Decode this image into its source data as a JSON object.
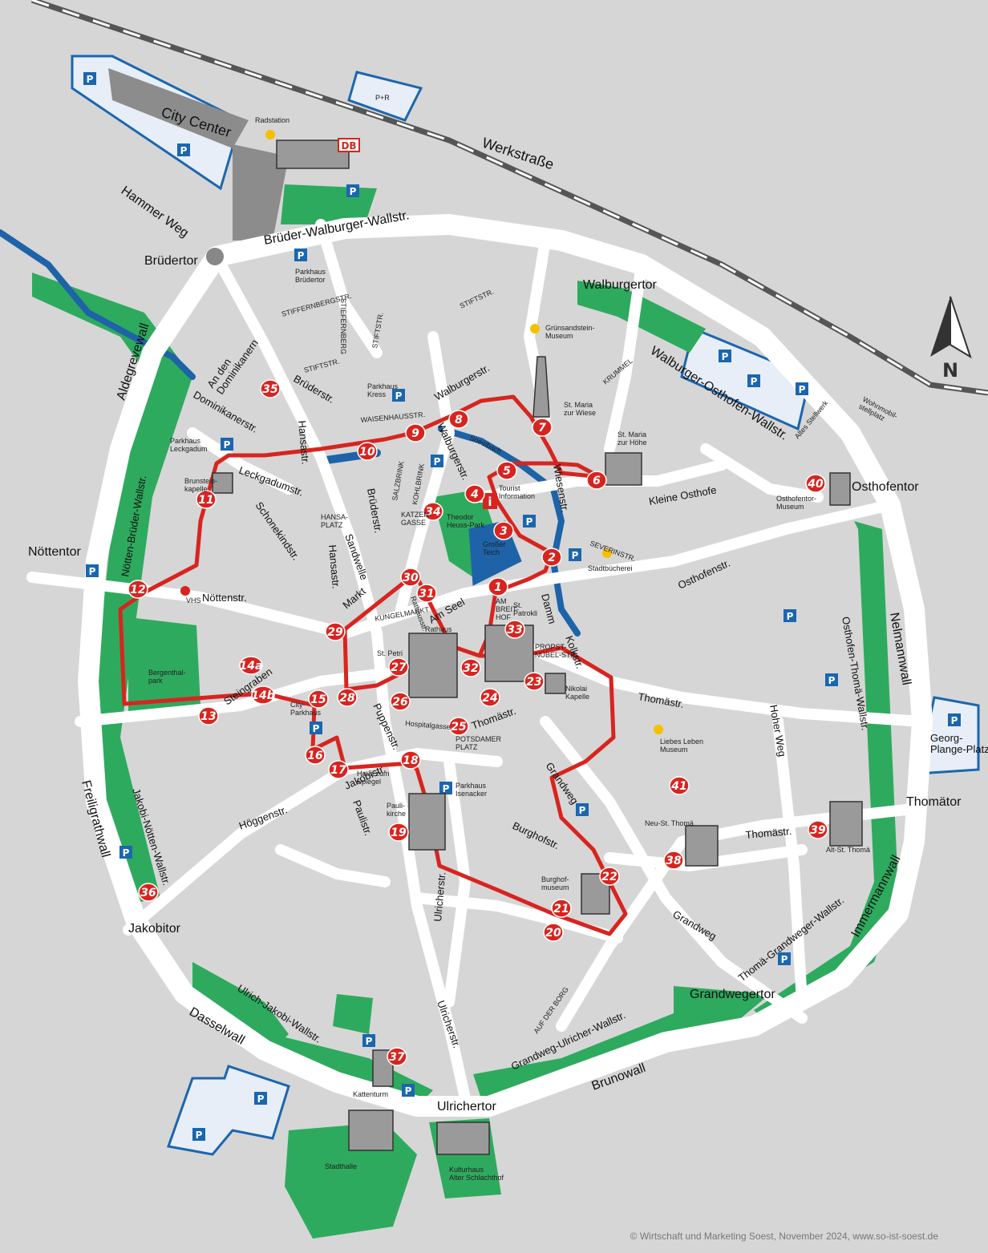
{
  "colors": {
    "background": "#d6d6d6",
    "road": "#ffffff",
    "park": "#2eaa5e",
    "water": "#1e63a8",
    "route": "#d8241f",
    "parking": "#1a66b0",
    "parking_area": "#e8eef7"
  },
  "city_walls": {
    "aldegrevewall": "Aldegrevewall",
    "notten_bruder_wallstr": "Nötten-Brüder-Wallstr.",
    "jakobi_notten_wallstr": "Jakobi-Nötten-Wallstr.",
    "freiligrathwall": "Freiligrathwall",
    "dasselwall": "Dasselwall",
    "ulrich_jakobi_wallstr": "Ulrich-Jakobi-Wallstr.",
    "brunowall": "Brunowall",
    "grandweg_ulricher_wallstr": "Grandweg-Ulricher-Wallstr.",
    "thoma_grandweger_wallstr": "Thomä-Grandweger-Wallstr.",
    "immermannwall": "Immermannwall",
    "nelmannwall": "Nelmannwall",
    "osthofen_thoma_wallstr": "Osthofen-Thomä-Wallstr.",
    "walburger_osthofen_wallstr": "Walburger-Osthofen-Wallstr.",
    "bruder_walburger_wallstr": "Brüder-Walburger-Wallstr."
  },
  "gates": {
    "brudertor": "Brüdertor",
    "walburgertor": "Walburgertor",
    "osthofentor": "Osthofentor",
    "thomator": "Thomätor",
    "grandwegertor": "Grandwegertor",
    "ulrichertor": "Ulrichertor",
    "jakobitor": "Jakobitor",
    "nottentor": "Nöttentor"
  },
  "streets": {
    "werkstrasse": "Werkstraße",
    "hammer_weg": "Hammer Weg",
    "city_center": "City Center",
    "radstation": "Radstation",
    "db": "DB",
    "pr": "P+R",
    "bruderstr": "Brüderstr.",
    "bruderstr2": "Brüderstr.",
    "an_den_dominikanern": "An den\nDominikanern",
    "dominikanerstr": "Dominikanerstr.",
    "leckgadumstr": "Leckgadumstr.",
    "schonekindstr": "Schonekindstr.",
    "hansastr": "Hansastr.",
    "hansastr2": "Hansastr.",
    "hansaplatz": "HANSA-\nPLATZ",
    "sandwelle": "Sandwelle",
    "nottenstr": "Nöttenstr.",
    "steingraben": "Steingraben",
    "walburgerstr": "Walburgerstr.",
    "walburgerstr2": "Walburgerstr.",
    "stifternbergstr": "STIFFERNBERGSTR.",
    "stiffernberg": "STIEFERNBERG",
    "stiftstr": "STIFTSTR.",
    "stiftstr2": "STIFTSTR.",
    "stiftstr3": "STIFTSTR.",
    "waisenhausstr": "WAISENHAUSSTR.",
    "salzbrink": "SALZBRINK",
    "kohlbrink": "KOHLBRINK",
    "katzengasse": "KATZEN-\nGASSE",
    "soestbach": "Soestbach",
    "wiesenstr": "Wiesenstr.",
    "krummel": "KRUMMEL",
    "kleine_osthofe": "Kleine Osthofe",
    "severinstr": "SEVERINSTR.",
    "osthofenstr": "Osthofenstr.",
    "damm": "Damm",
    "kolkstr": "Kolkstr.",
    "thomastr": "Thomästr.",
    "thomastr2": "Thomästr.",
    "thomastr3": "Thomästr.",
    "hoher_weg": "Hoher Weg",
    "grandweg": "Grandweg",
    "grandweg2": "Grandweg",
    "burghofstr": "Burghofstr.",
    "ulricherstr": "Ulricherstr.",
    "ulricherstr2": "Ulricherstr.",
    "auf_der_borg": "AUF DER BORG",
    "paulistr": "Paulistr.",
    "jakobistr": "Jakobistr.",
    "hoggenstr": "Höggenstr.",
    "puppenstr": "Puppenstr.",
    "hospitalgasse": "Hospitalgasse",
    "potsdamer_platz": "POTSDAMER\nPLATZ",
    "markt": "Markt",
    "rathausstr": "Rathausstr.",
    "am_seel": "Am Seel",
    "am_breithof": "AM\nBREIT-\nHOF",
    "kungelmarkt": "KUNGELMARKT",
    "propst_nubel_str": "PROPST-\nNÜBEL-STR."
  },
  "places": {
    "parkhaus_brudertor": "Parkhaus\nBrüdertor",
    "grunsandstein_museum": "Grünsandstein-\nMuseum",
    "parkhaus_kress": "Parkhaus\nKress",
    "st_maria_zur_wiese": "St. Maria\nzur Wiese",
    "st_maria_zur_hohe": "St. Maria\nzur Höhe",
    "parkhaus_leckgadum": "Parkhaus\nLeckgadum",
    "brunsteinkapelle": "Brunstein-\nkapelle",
    "tourist_information": "Tourist\nInformation",
    "theodor_heuss_park": "Theodor\nHeuss-Park",
    "grosser_teich": "Großer\nTeich",
    "stadtbucherei": "Stadtbücherei",
    "osthofentor_museum": "Osthofentor-\nMuseum",
    "st_patrokli": "St.\nPatrokli",
    "rathaus": "Rathaus",
    "st_petri": "St. Petri",
    "vhs": "VHS",
    "bergenthalpark": "Bergenthal-\npark",
    "city_parkhaus": "City-\nParkhaus",
    "nikolai_kapelle": "Nikolai\nKapelle",
    "liebes_leben_museum": "Liebes Leben\nMuseum",
    "haus_zum_spiegel": "Haus zum\nSpiegel",
    "parkhaus_isenacker": "Parkhaus\nIsenacker",
    "paulikirche": "Pauli-\nkirche",
    "neu_st_thoma": "Neu-St. Thomä",
    "alt_st_thoma": "Alt-St. Thomä",
    "burghofmuseum": "Burghof-\nmuseum",
    "georg_plange_platz": "Georg-\nPlange-Platz",
    "wohnmobilstellplatz": "Wohnmobil-\nstellplatz",
    "altes_stellwerk": "Altes Stellwerk",
    "kattenturm": "Kattenturm",
    "stadthalle": "Stadthalle",
    "kulturhaus": "Kulturhaus\nAlter Schlachthof"
  },
  "parking_label": "P",
  "north_label": "N",
  "info_label": "i",
  "route_stops": [
    "1",
    "2",
    "3",
    "4",
    "5",
    "6",
    "7",
    "8",
    "9",
    "10",
    "11",
    "12",
    "13",
    "14a",
    "14b",
    "15",
    "16",
    "17",
    "18",
    "19",
    "20",
    "21",
    "22",
    "23",
    "24",
    "25",
    "26",
    "27",
    "28",
    "29",
    "30",
    "31",
    "32",
    "33",
    "34",
    "35",
    "36",
    "37",
    "38",
    "39",
    "40",
    "41"
  ],
  "copyright": "© Wirtschaft und Marketing Soest, November 2024, www.so-ist-soest.de"
}
